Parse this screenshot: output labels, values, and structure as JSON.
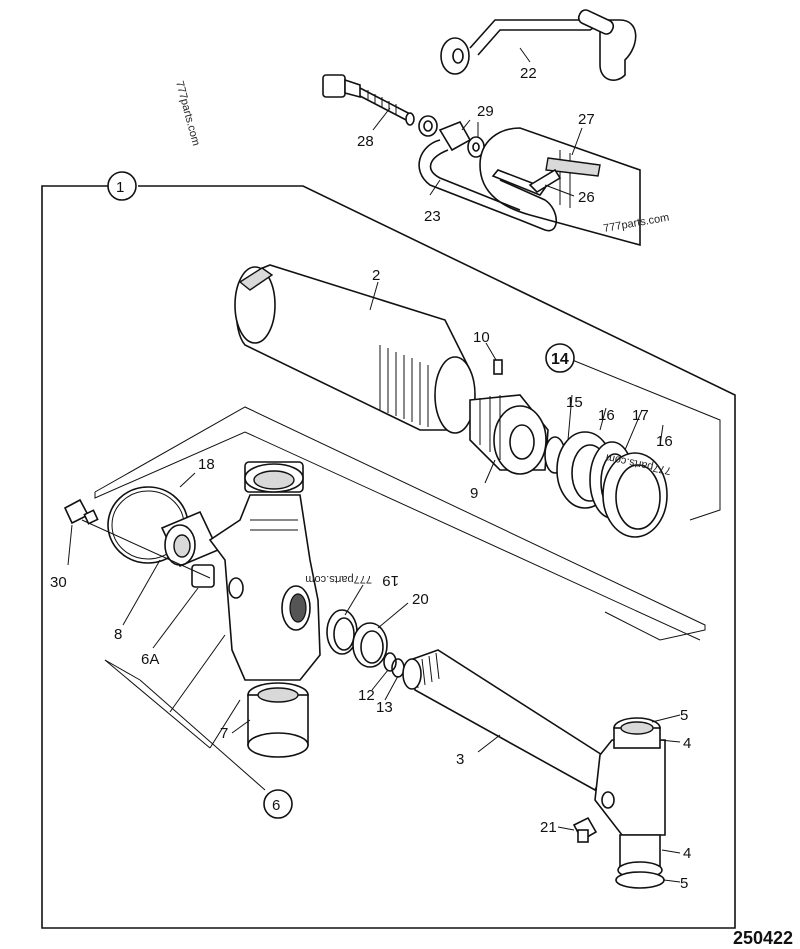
{
  "diagram": {
    "code": "250422",
    "watermarks": [
      "777parts.com",
      "777parts.com",
      "777parts.com",
      "777parts.com"
    ],
    "callouts": {
      "c1": "1",
      "c2": "2",
      "c3": "3",
      "c4a": "4",
      "c4b": "4",
      "c5a": "5",
      "c5b": "5",
      "c6": "6",
      "c6A": "6A",
      "c7": "7",
      "c8": "8",
      "c9": "9",
      "c10": "10",
      "c12": "12",
      "c13": "13",
      "c14": "14",
      "c15": "15",
      "c16a": "16",
      "c16b": "16",
      "c17": "17",
      "c18": "18",
      "c19": "19",
      "c20": "20",
      "c21": "21",
      "c22": "22",
      "c23": "23",
      "c26": "26",
      "c27": "27",
      "c28": "28",
      "c29": "29",
      "c30": "30"
    }
  }
}
